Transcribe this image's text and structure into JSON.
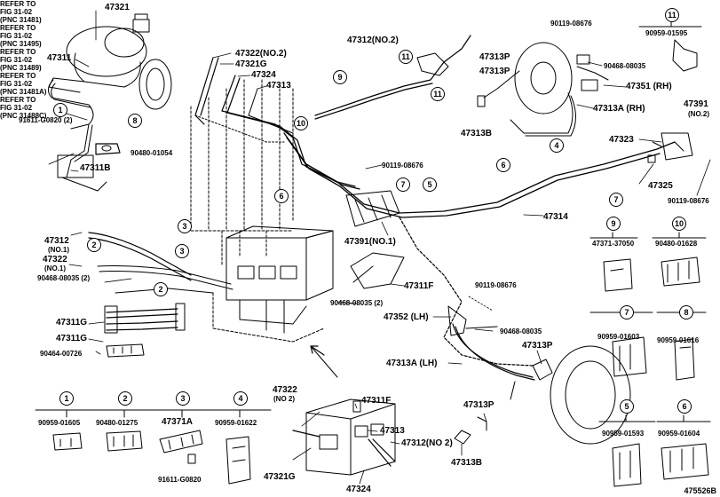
{
  "parts": {
    "p47321": "47321",
    "p47311": "47311",
    "p91611_g0820_2": "91611-G0820 (2)",
    "p90480_01054": "90480-01054",
    "p47311B": "47311B",
    "p47312_no1": "47312",
    "p47312_no1_sub": "(NO.1)",
    "p47322_no1": "47322",
    "p47322_no1_sub": "(NO.1)",
    "p90468_08035_2a": "90468-08035 (2)",
    "p47311G_a": "47311G",
    "p47311G_b": "47311G",
    "p90464_00726": "90464-00726",
    "p47322_no2": "47322(NO.2)",
    "p47321G": "47321G",
    "p47324": "47324",
    "p47313": "47313",
    "p47312_no2": "47312(NO.2)",
    "p90119_08676_a": "90119-08676",
    "p47313P_a": "47313P",
    "p47313P_b": "47313P",
    "p90468_08035_a": "90468-08035",
    "p47351_rh": "47351 (RH)",
    "p47313A_rh": "47313A (RH)",
    "p47313B_a": "47313B",
    "p90959_01595": "90959-01595",
    "p47391_no2": "47391",
    "p47391_no2_sub": "(NO.2)",
    "p47323": "47323",
    "p47325": "47325",
    "p90119_08676_b": "90119-08676",
    "p90119_08676_c": "90119-08676",
    "p47314": "47314",
    "p47391_no1": "47391(NO.1)",
    "p47311F_a": "47311F",
    "p90468_08035_2b": "90468-08035 (2)",
    "p90119_08676_d": "90119-08676",
    "p47352_lh": "47352 (LH)",
    "p90468_08035_b": "90468-08035",
    "p47313P_c": "47313P",
    "p47313A_lh": "47313A (LH)",
    "p47313P_d": "47313P",
    "p47313B_b": "47313B",
    "p47371_37050": "47371-37050",
    "p90480_01628": "90480-01628",
    "p90959_01603": "90959-01603",
    "p90959_01616": "90959-01616",
    "p90959_01593": "90959-01593",
    "p90959_01604": "90959-01604",
    "p90959_01605": "90959-01605",
    "p90480_01275": "90480-01275",
    "p47371A": "47371A",
    "p91611_g0820": "91611-G0820",
    "p90959_01622": "90959-01622",
    "p47322_b": "47322",
    "p47322_b_sub": "(NO 2)",
    "p47311F_b": "47311F",
    "p47313_b": "47313",
    "p47312_no2_b": "47312(NO 2)",
    "p47321G_b": "47321G",
    "p47324_b": "47324"
  },
  "refs": {
    "r1_a": "REFER TO",
    "r1_b": "FIG 31-02",
    "r1_c": "(PNC 31481)",
    "r2_a": "REFER TO",
    "r2_b": "FIG 31-02",
    "r2_c": "(PNC 31495)",
    "r3_a": "REFER TO",
    "r3_b": "FIG 31-02",
    "r3_c": "(PNC 31489)",
    "r4_a": "REFER TO",
    "r4_b": "FIG 31-02",
    "r4_c": "(PNC 31488C)",
    "r5_a": "REFER TO",
    "r5_b": "FIG 31-02",
    "r5_c": "(PNC 31481A)"
  },
  "callouts": {
    "c1": "1",
    "c2": "2",
    "c3": "3",
    "c4": "4",
    "c5": "5",
    "c6": "6",
    "c7": "7",
    "c8": "8",
    "c9": "9",
    "c10": "10",
    "c11": "11"
  },
  "figure_id": "475526B"
}
